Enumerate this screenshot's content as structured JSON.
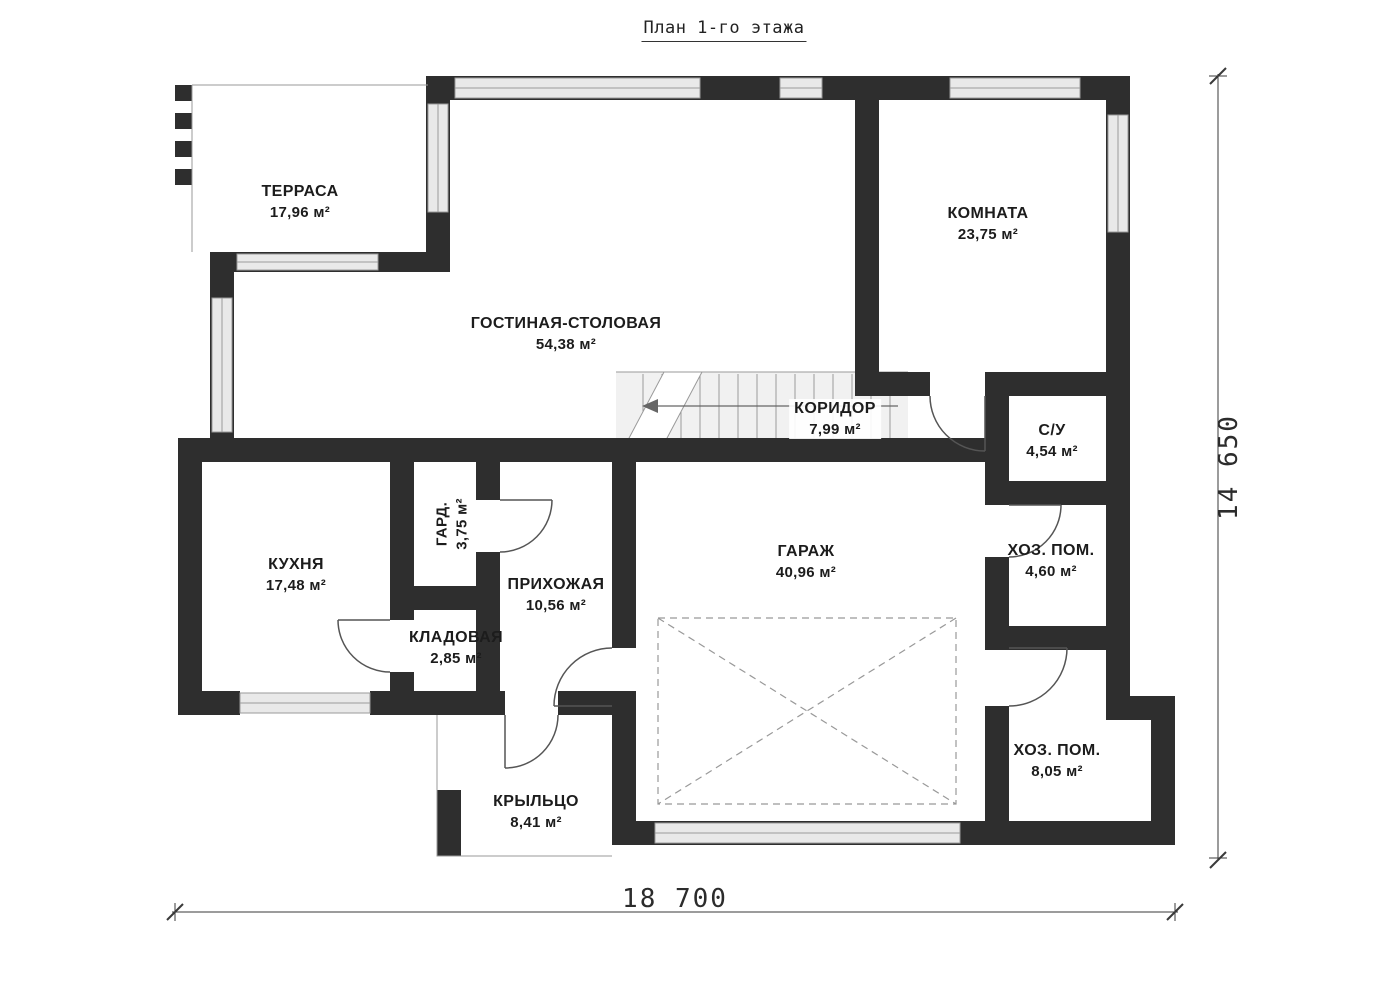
{
  "title": "План 1-го этажа",
  "dimensions": {
    "width_label": "18 700",
    "height_label": "14 650"
  },
  "rooms": [
    {
      "id": "terrace",
      "name": "ТЕРРАСА",
      "area": "17,96 м²"
    },
    {
      "id": "living-dining",
      "name": "ГОСТИНАЯ-СТОЛОВАЯ",
      "area": "54,38 м²"
    },
    {
      "id": "room",
      "name": "КОМНАТА",
      "area": "23,75 м²"
    },
    {
      "id": "corridor",
      "name": "КОРИДОР",
      "area": "7,99 м²"
    },
    {
      "id": "bathroom",
      "name": "С/У",
      "area": "4,54 м²"
    },
    {
      "id": "kitchen",
      "name": "КУХНЯ",
      "area": "17,48 м²"
    },
    {
      "id": "wardrobe",
      "name": "ГАРД.",
      "area": "3,75 м²"
    },
    {
      "id": "hallway",
      "name": "ПРИХОЖАЯ",
      "area": "10,56 м²"
    },
    {
      "id": "pantry",
      "name": "КЛАДОВАЯ",
      "area": "2,85 м²"
    },
    {
      "id": "garage",
      "name": "ГАРАЖ",
      "area": "40,96 м²"
    },
    {
      "id": "utility-1",
      "name": "ХОЗ. ПОМ.",
      "area": "4,60 м²"
    },
    {
      "id": "utility-2",
      "name": "ХОЗ. ПОМ.",
      "area": "8,05 м²"
    },
    {
      "id": "porch",
      "name": "КРЫЛЬЦО",
      "area": "8,41 м²"
    }
  ],
  "colors": {
    "wall": "#2e2e2e",
    "window_fill": "#e9e9e9",
    "line": "#9a9a9a",
    "door": "#555555",
    "text": "#1c1c1c"
  }
}
